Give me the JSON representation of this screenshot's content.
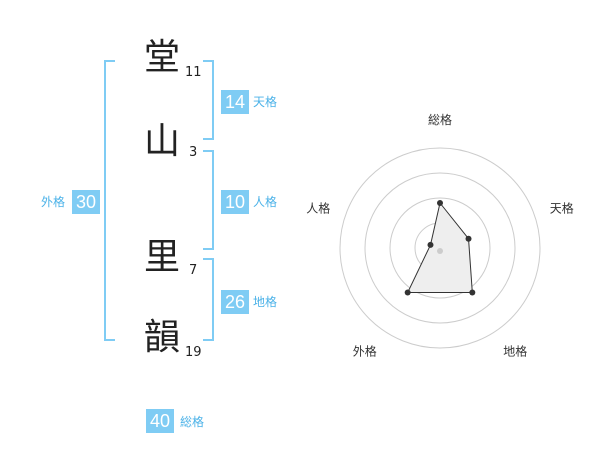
{
  "name_chars": [
    {
      "char": "堂",
      "strokes": "11"
    },
    {
      "char": "山",
      "strokes": "3"
    },
    {
      "char": "里",
      "strokes": "7"
    },
    {
      "char": "韻",
      "strokes": "19"
    }
  ],
  "fortunes": {
    "tenkaku": {
      "value": "14",
      "label": "天格"
    },
    "jinkaku": {
      "value": "10",
      "label": "人格"
    },
    "chikaku": {
      "value": "26",
      "label": "地格"
    },
    "gaikaku": {
      "value": "30",
      "label": "外格"
    },
    "soukaku": {
      "value": "40",
      "label": "総格"
    }
  },
  "chart_data": {
    "type": "radar",
    "axes": [
      "総格",
      "天格",
      "地格",
      "外格",
      "人格"
    ],
    "values": [
      0.45,
      0.3,
      0.55,
      0.55,
      0.1
    ],
    "center_value": 0.03,
    "rings": 4,
    "colors": {
      "ring": "#cccccc",
      "fill": "#eeeeee",
      "line": "#333333",
      "dot": "#333333",
      "center_dot": "#cccccc"
    }
  }
}
